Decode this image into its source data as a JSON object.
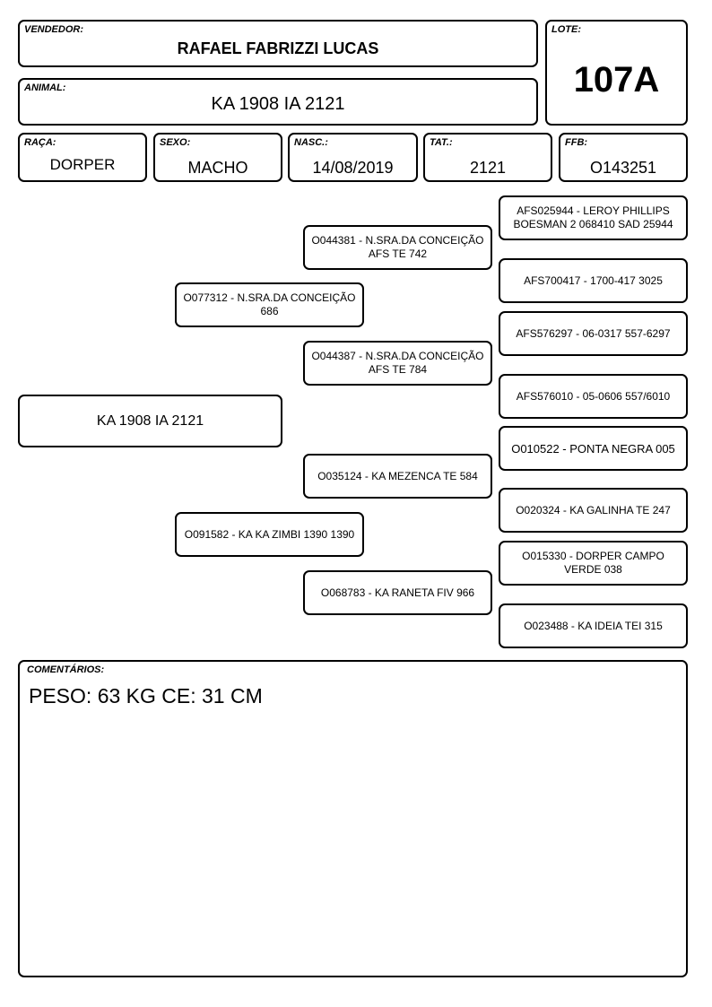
{
  "header": {
    "vendedor": {
      "label": "VENDEDOR:",
      "value": "RAFAEL FABRIZZI LUCAS"
    },
    "lote": {
      "label": "LOTE:",
      "value": "107A"
    },
    "animal": {
      "label": "ANIMAL:",
      "value": "KA 1908 IA 2121"
    },
    "raca": {
      "label": "RAÇA:",
      "value": "DORPER"
    },
    "sexo": {
      "label": "SEXO:",
      "value": "MACHO"
    },
    "nasc": {
      "label": "NASC.:",
      "value": "14/08/2019"
    },
    "tat": {
      "label": "TAT.:",
      "value": "2121"
    },
    "ffb": {
      "label": "FFB:",
      "value": "O143251"
    }
  },
  "pedigree": {
    "animal": "KA 1908 IA 2121",
    "sire": "O077312 - N.SRA.DA CONCEIÇÃO 686",
    "dam": "O091582 - KA KA ZIMBI 1390 1390",
    "grandparents": [
      "O044381 - N.SRA.DA CONCEIÇÃO AFS TE 742",
      "O044387 - N.SRA.DA CONCEIÇÃO AFS TE 784",
      "O035124 - KA MEZENCA TE 584",
      "O068783 - KA RANETA FIV 966"
    ],
    "great_grandparents": [
      "AFS025944 - LEROY PHILLIPS BOESMAN 2 068410 SAD 25944",
      "AFS700417 - 1700-417 3025",
      "AFS576297 - 06-0317 557-6297",
      "AFS576010 - 05-0606 557/6010",
      "O010522 - PONTA NEGRA 005",
      "O020324 - KA GALINHA TE 247",
      "O015330 - DORPER CAMPO VERDE 038",
      "O023488 - KA IDEIA TEI 315"
    ]
  },
  "comentarios": {
    "label": "COMENTÁRIOS:",
    "value": "PESO: 63 KG CE: 31 CM"
  }
}
